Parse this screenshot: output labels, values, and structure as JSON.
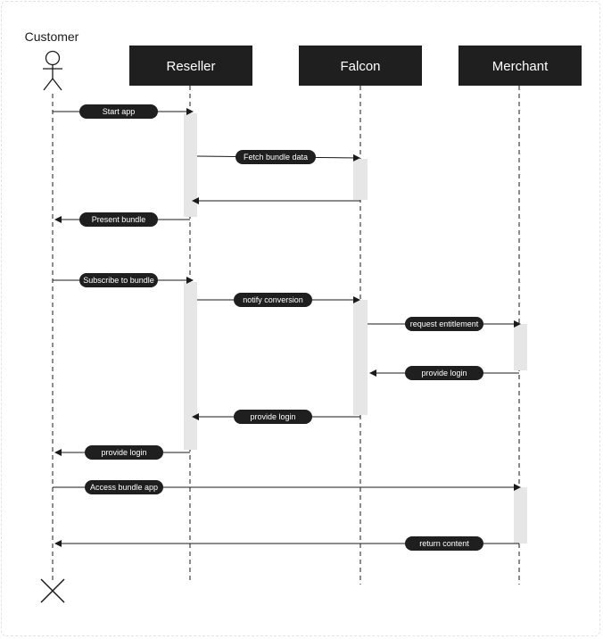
{
  "actors": {
    "customer": "Customer",
    "reseller": "Reseller",
    "falcon": "Falcon",
    "merchant": "Merchant"
  },
  "messages": [
    {
      "label": "Start app",
      "from": "customer",
      "to": "reseller"
    },
    {
      "label": "Fetch bundle data",
      "from": "reseller",
      "to": "falcon"
    },
    {
      "label": "",
      "from": "falcon",
      "to": "reseller"
    },
    {
      "label": "Present bundle",
      "from": "reseller",
      "to": "customer"
    },
    {
      "label": "Subscribe to bundle",
      "from": "customer",
      "to": "reseller"
    },
    {
      "label": "notify conversion",
      "from": "reseller",
      "to": "falcon"
    },
    {
      "label": "request entitlement",
      "from": "falcon",
      "to": "merchant"
    },
    {
      "label": "provide login",
      "from": "merchant",
      "to": "falcon"
    },
    {
      "label": "provide login",
      "from": "falcon",
      "to": "reseller"
    },
    {
      "label": "provide login",
      "from": "reseller",
      "to": "customer"
    },
    {
      "label": "Access bundle app",
      "from": "customer",
      "to": "merchant"
    },
    {
      "label": "return content",
      "from": "merchant",
      "to": "customer"
    }
  ],
  "colors": {
    "box": "#1f1f1f",
    "line": "#1a1a1a",
    "activation": "#e6e6e6",
    "pill": "#1f1f1f"
  }
}
